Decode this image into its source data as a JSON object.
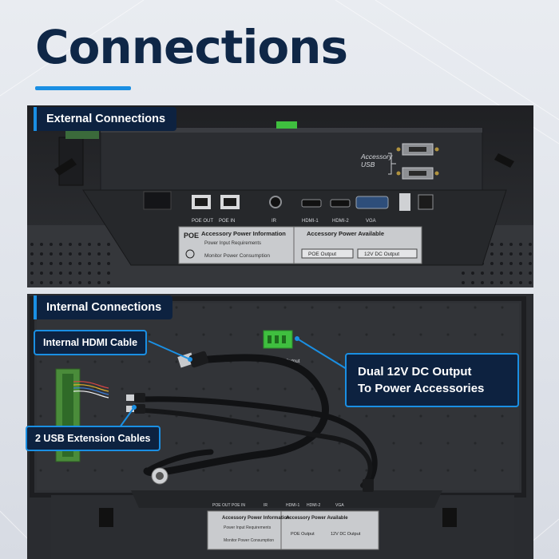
{
  "title": "Connections",
  "sections": {
    "external": {
      "label": "External Connections"
    },
    "internal": {
      "label": "Internal Connections"
    }
  },
  "callouts": {
    "hdmi_cable": "Internal HDMI Cable",
    "usb_cables": "2 USB Extension Cables",
    "dc_output_line1": "Dual 12V DC Output",
    "dc_output_line2": "To Power Accessories"
  },
  "device_labels": {
    "accessory": "Accessory",
    "usb": "USB",
    "poe_out": "POE OUT",
    "poe_in": "POE IN",
    "ir": "IR",
    "hdmi1": "HDMI-1",
    "hdmi2": "HDMI-2",
    "vga": "VGA",
    "poe_brand": "POE",
    "accessory_power_info": "Accessory Power Information",
    "power_input_requirements": "Power Input Requirements",
    "monitor_power_consumption": "Monitor Power Consumption",
    "accessory_power_available": "Accessory Power Available",
    "poe_output": "POE Output",
    "dc_output_12v": "12V DC Output",
    "v12_output": "12V Output"
  },
  "colors": {
    "navy": "#0d2240",
    "accent_blue": "#1a8fe3",
    "title": "#0f2747",
    "terminal_green": "#3fbf3f"
  },
  "icons": [
    "power-symbol-icon"
  ]
}
